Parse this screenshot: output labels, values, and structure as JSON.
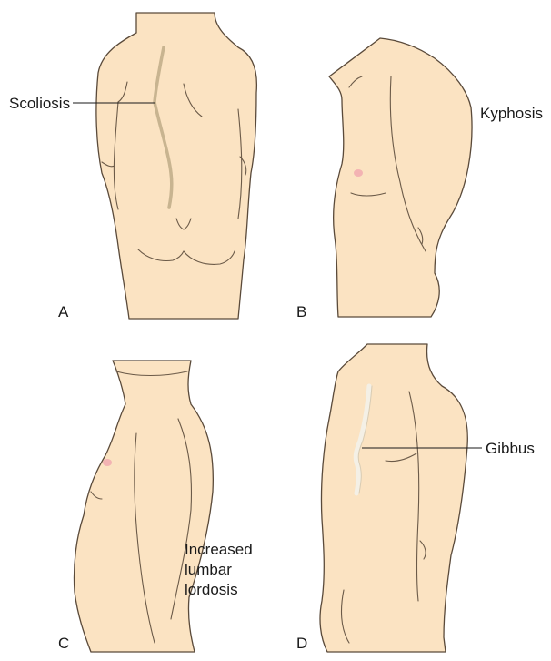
{
  "colors": {
    "skin": "#fbe3c2",
    "outline": "#5a4a3a",
    "spine_scoliosis": "#c8b490",
    "spine_gibbus": "#f4f0e6",
    "nipple": "#f3b3b3"
  },
  "panels": [
    {
      "letter": "A",
      "annotation": [
        "Scoliosis"
      ]
    },
    {
      "letter": "B",
      "annotation": [
        "Kyphosis"
      ]
    },
    {
      "letter": "C",
      "annotation": [
        "Increased",
        "lumbar",
        "lordosis"
      ]
    },
    {
      "letter": "D",
      "annotation": [
        "Gibbus"
      ]
    }
  ]
}
